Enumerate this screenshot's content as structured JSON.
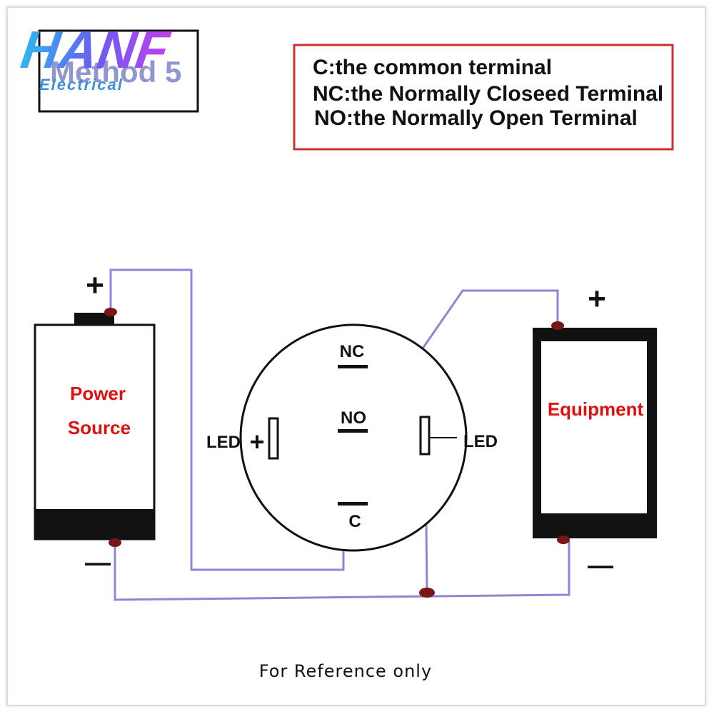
{
  "logo": {
    "brand": "HANF",
    "sub": "Electrical",
    "method_label": "Method 5"
  },
  "legend": {
    "lines": [
      "C:the common terminal",
      "NC:the Normally Closeed Terminal",
      "NO:the Normally Open Terminal"
    ],
    "border_color": "#d32f2f"
  },
  "power_source": {
    "label_line1": "Power",
    "label_line2": "Source",
    "plus": "+",
    "minus": "—"
  },
  "equipment": {
    "label": "Equipment",
    "plus": "+",
    "minus": "—"
  },
  "switch": {
    "nc": "NC",
    "no": "NO",
    "c": "C",
    "led_left": "LED",
    "led_plus": "+",
    "led_right": "LED"
  },
  "footer": "For  Reference  only",
  "colors": {
    "wire": "#8c86d8",
    "label_red": "#e01010",
    "terminal_dot": "#7a1616"
  }
}
